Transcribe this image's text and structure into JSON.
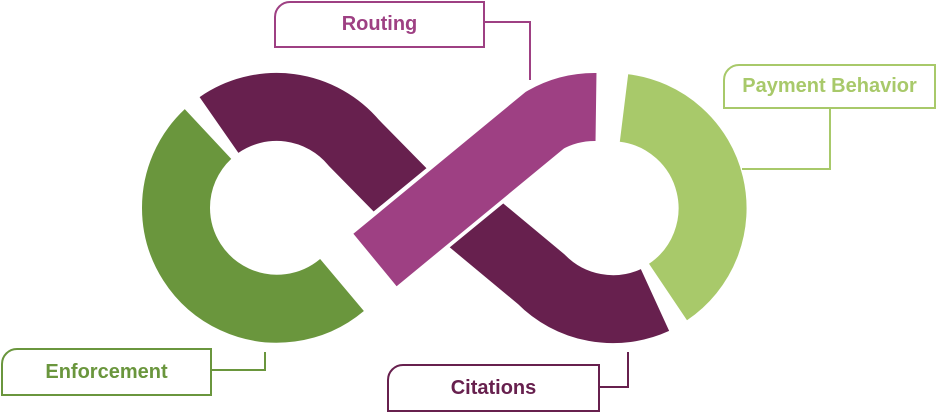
{
  "labels": {
    "routing": "Routing",
    "payment_behavior": "Payment Behavior",
    "enforcement": "Enforcement",
    "citations": "Citations"
  },
  "colors": {
    "dark_purple": "#67204e",
    "magenta": "#9e4083",
    "green": "#6a963d",
    "light_green": "#a8c96a"
  }
}
